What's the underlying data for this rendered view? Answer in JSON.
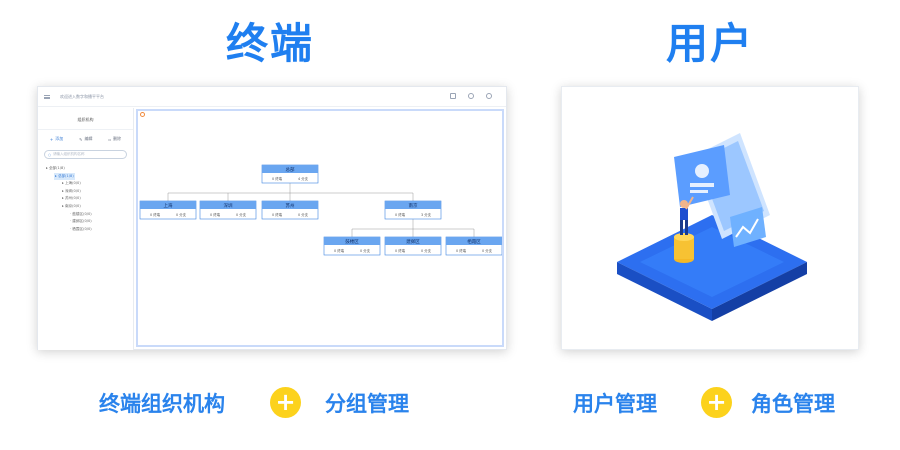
{
  "headings": {
    "left": "终端",
    "right": "用户"
  },
  "screenshot": {
    "app_title": "欢迎进入数字和播平平台",
    "sidebar": {
      "title": "组织机构",
      "actions": [
        "添加",
        "编辑",
        "删除"
      ],
      "search_placeholder": "请输入组织机构名称",
      "tree": [
        {
          "label": "全部(1/8)",
          "level": 0,
          "selected": false
        },
        {
          "label": "总部(1/8)",
          "level": 1,
          "selected": true
        },
        {
          "label": "上海(0/0)",
          "level": 2,
          "selected": false
        },
        {
          "label": "深圳(0/0)",
          "level": 2,
          "selected": false
        },
        {
          "label": "苏州(0/0)",
          "level": 2,
          "selected": false
        },
        {
          "label": "南京(0/0)",
          "level": 2,
          "selected": false
        },
        {
          "label": "鼓楼区(0/0)",
          "level": 3,
          "selected": false
        },
        {
          "label": "建邺区(0/0)",
          "level": 3,
          "selected": false
        },
        {
          "label": "栖霞区(0/0)",
          "level": 3,
          "selected": false
        }
      ]
    },
    "org_chart": {
      "root": {
        "name": "总部",
        "left": "0 终端",
        "right": "4 分支"
      },
      "level1": [
        {
          "name": "上海",
          "left": "0 终端",
          "right": "0 分支"
        },
        {
          "name": "深圳",
          "left": "0 终端",
          "right": "0 分支"
        },
        {
          "name": "苏州",
          "left": "0 终端",
          "right": "0 分支"
        },
        {
          "name": "南京",
          "left": "0 终端",
          "right": "3 分支"
        }
      ],
      "level2": [
        {
          "name": "鼓楼区",
          "left": "0 终端",
          "right": "0 分支"
        },
        {
          "name": "建邺区",
          "left": "0 终端",
          "right": "0 分支"
        },
        {
          "name": "栖霞区",
          "left": "0 终端",
          "right": "0 分支"
        }
      ]
    }
  },
  "labels": {
    "left_a": "终端组织机构",
    "left_b": "分组管理",
    "right_a": "用户管理",
    "right_b": "角色管理",
    "plus": "+"
  },
  "colors": {
    "accent": "#1f7ff0",
    "plus": "#fcd21c",
    "node_header": "#6aa6f0",
    "node_border": "#3f85e0"
  }
}
